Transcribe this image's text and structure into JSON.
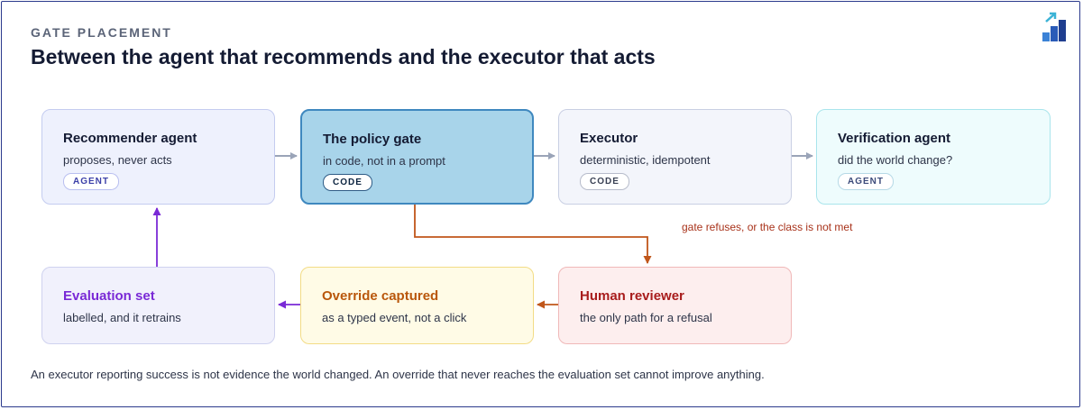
{
  "header": {
    "eyebrow": "GATE PLACEMENT",
    "title": "Between the agent that recommends and the executor that acts"
  },
  "logo": {
    "icon": "rising-stairs-logo-icon"
  },
  "nodes": {
    "recommender": {
      "name": "Recommender agent",
      "desc": "proposes, never acts",
      "tag": "AGENT"
    },
    "gate": {
      "name": "The policy gate",
      "desc": "in code, not in a prompt",
      "tag": "CODE"
    },
    "executor": {
      "name": "Executor",
      "desc": "deterministic, idempotent",
      "tag": "CODE"
    },
    "verification": {
      "name": "Verification agent",
      "desc": "did the world change?",
      "tag": "AGENT"
    },
    "evaluation": {
      "name": "Evaluation set",
      "desc": "labelled, and it retrains"
    },
    "override": {
      "name": "Override captured",
      "desc": "as a typed event, not a click"
    },
    "human": {
      "name": "Human reviewer",
      "desc": "the only path for a refusal"
    }
  },
  "edges": {
    "refusal_label": "gate refuses, or the class is not met"
  },
  "colors": {
    "forward_arrow": "#9aa4b8",
    "refusal_arrow": "#c0561a",
    "retrain_arrow": "#7a2ad6",
    "gate_fill": "#a8d4ea"
  },
  "footer": {
    "note": "An executor reporting success is not evidence the world changed. An override that never reaches the evaluation set cannot improve anything."
  }
}
